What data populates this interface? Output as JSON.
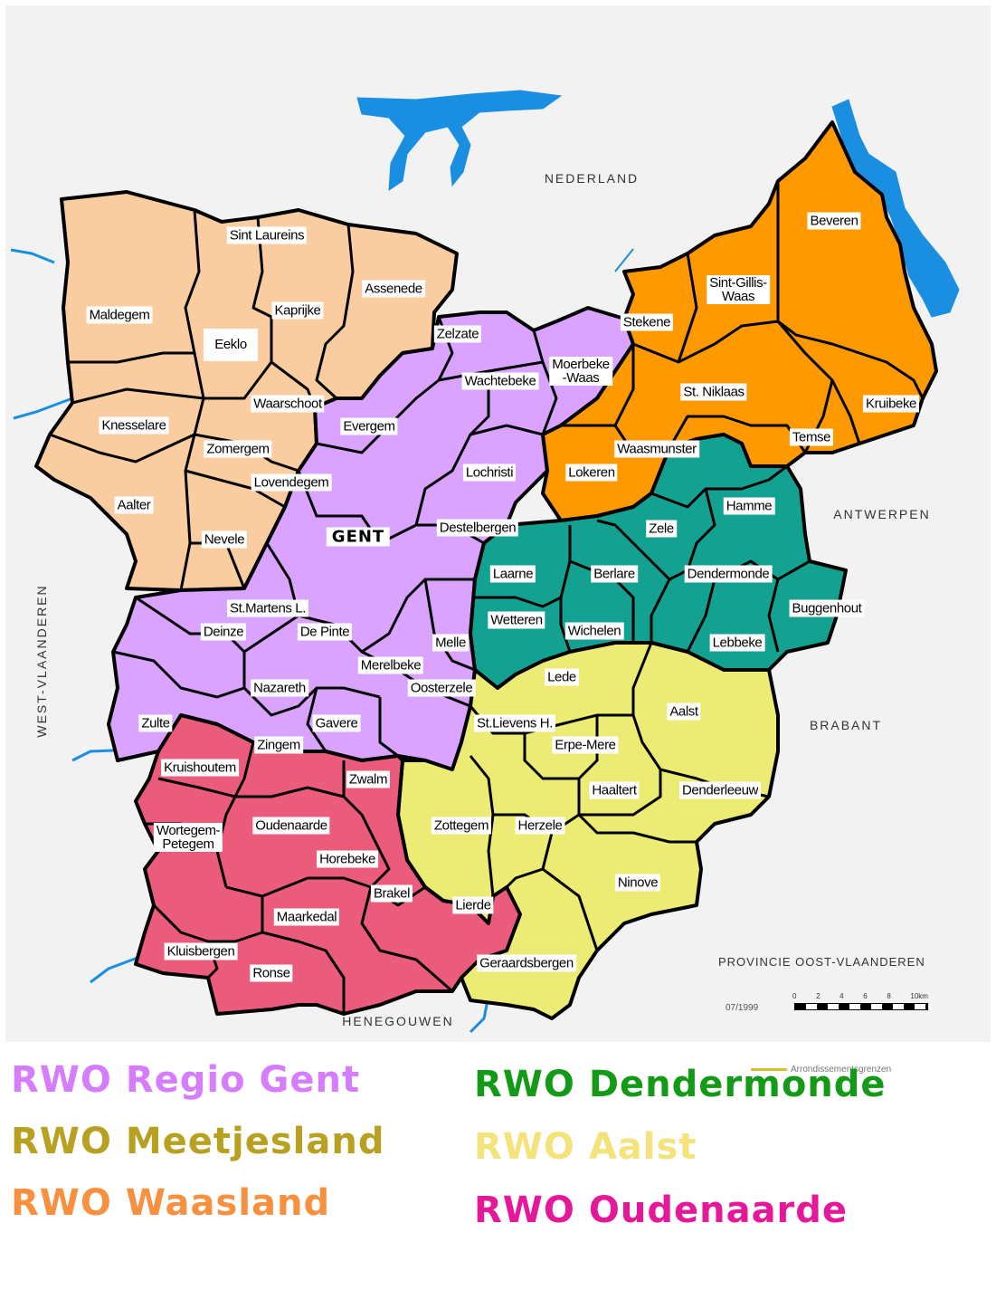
{
  "colors": {
    "regio_gent": "#d9a3ff",
    "meetjesland": "#f9cda0",
    "waasland": "#ff9900",
    "dendermonde": "#13a292",
    "aalst": "#ecec74",
    "oudenaarde": "#ea5b7c",
    "water": "#1a8ee0",
    "border": "#000000"
  },
  "neighbours": {
    "nederland": "NEDERLAND",
    "antwerpen": "ANTWERPEN",
    "brabant": "BRABANT",
    "henegouwen": "HENEGOUWEN",
    "west_vlaanderen": "WEST-VLAANDEREN"
  },
  "map_info": {
    "province": "PROVINCIE OOST-VLAANDEREN",
    "date": "07/1999",
    "scale_ticks": [
      "0",
      "2",
      "4",
      "6",
      "8",
      "10km"
    ],
    "boundary_legend": "Arrondissementsgrenzen"
  },
  "municipalities": [
    {
      "name": "Sint Laureins",
      "region": "meetjesland"
    },
    {
      "name": "Assenede",
      "region": "meetjesland"
    },
    {
      "name": "Maldegem",
      "region": "meetjesland"
    },
    {
      "name": "Kaprijke",
      "region": "meetjesland"
    },
    {
      "name": "Eeklo",
      "region": "meetjesland"
    },
    {
      "name": "Waarschoot",
      "region": "meetjesland"
    },
    {
      "name": "Knesselare",
      "region": "meetjesland"
    },
    {
      "name": "Zomergem",
      "region": "meetjesland"
    },
    {
      "name": "Lovendegem",
      "region": "meetjesland"
    },
    {
      "name": "Aalter",
      "region": "meetjesland"
    },
    {
      "name": "Nevele",
      "region": "meetjesland"
    },
    {
      "name": "Zelzate",
      "region": "regio_gent"
    },
    {
      "name": "Wachtebeke",
      "region": "regio_gent"
    },
    {
      "name": "Moerbeke\n-Waas",
      "region": "regio_gent"
    },
    {
      "name": "Evergem",
      "region": "regio_gent"
    },
    {
      "name": "Lochristi",
      "region": "regio_gent"
    },
    {
      "name": "GENT",
      "region": "regio_gent"
    },
    {
      "name": "Destelbergen",
      "region": "regio_gent"
    },
    {
      "name": "St.Martens L.",
      "region": "regio_gent"
    },
    {
      "name": "Deinze",
      "region": "regio_gent"
    },
    {
      "name": "De Pinte",
      "region": "regio_gent"
    },
    {
      "name": "Melle",
      "region": "regio_gent"
    },
    {
      "name": "Merelbeke",
      "region": "regio_gent"
    },
    {
      "name": "Nazareth",
      "region": "regio_gent"
    },
    {
      "name": "Oosterzele",
      "region": "regio_gent"
    },
    {
      "name": "Zulte",
      "region": "regio_gent"
    },
    {
      "name": "Gavere",
      "region": "regio_gent"
    },
    {
      "name": "Beveren",
      "region": "waasland"
    },
    {
      "name": "Sint-Gillis-\nWaas",
      "region": "waasland"
    },
    {
      "name": "Stekene",
      "region": "waasland"
    },
    {
      "name": "St. Niklaas",
      "region": "waasland"
    },
    {
      "name": "Kruibeke",
      "region": "waasland"
    },
    {
      "name": "Temse",
      "region": "waasland"
    },
    {
      "name": "Waasmunster",
      "region": "waasland"
    },
    {
      "name": "Lokeren",
      "region": "waasland"
    },
    {
      "name": "Hamme",
      "region": "dendermonde"
    },
    {
      "name": "Zele",
      "region": "dendermonde"
    },
    {
      "name": "Laarne",
      "region": "dendermonde"
    },
    {
      "name": "Berlare",
      "region": "dendermonde"
    },
    {
      "name": "Dendermonde",
      "region": "dendermonde"
    },
    {
      "name": "Buggenhout",
      "region": "dendermonde"
    },
    {
      "name": "Wetteren",
      "region": "dendermonde"
    },
    {
      "name": "Wichelen",
      "region": "dendermonde"
    },
    {
      "name": "Lebbeke",
      "region": "dendermonde"
    },
    {
      "name": "Lede",
      "region": "aalst"
    },
    {
      "name": "Aalst",
      "region": "aalst"
    },
    {
      "name": "St.Lievens H.",
      "region": "aalst"
    },
    {
      "name": "Erpe-Mere",
      "region": "aalst"
    },
    {
      "name": "Haaltert",
      "region": "aalst"
    },
    {
      "name": "Denderleeuw",
      "region": "aalst"
    },
    {
      "name": "Zottegem",
      "region": "aalst"
    },
    {
      "name": "Herzele",
      "region": "aalst"
    },
    {
      "name": "Ninove",
      "region": "aalst"
    },
    {
      "name": "Geraardsbergen",
      "region": "aalst"
    },
    {
      "name": "Zingem",
      "region": "oudenaarde"
    },
    {
      "name": "Kruishoutem",
      "region": "oudenaarde"
    },
    {
      "name": "Zwalm",
      "region": "oudenaarde"
    },
    {
      "name": "Wortegem-\nPetegem",
      "region": "oudenaarde"
    },
    {
      "name": "Oudenaarde",
      "region": "oudenaarde"
    },
    {
      "name": "Horebeke",
      "region": "oudenaarde"
    },
    {
      "name": "Brakel",
      "region": "oudenaarde"
    },
    {
      "name": "Lierde",
      "region": "oudenaarde"
    },
    {
      "name": "Maarkedal",
      "region": "oudenaarde"
    },
    {
      "name": "Kluisbergen",
      "region": "oudenaarde"
    },
    {
      "name": "Ronse",
      "region": "oudenaarde"
    }
  ],
  "legend": [
    {
      "label": "RWO  Regio Gent",
      "color": "#d67cff"
    },
    {
      "label": "RWO Dendermonde",
      "color": "#139a16"
    },
    {
      "label": "RWO Meetjesland",
      "color": "#b8a020"
    },
    {
      "label": "RWO Aalst",
      "color": "#f4e27a"
    },
    {
      "label": "RWO Waasland",
      "color": "#f99040"
    },
    {
      "label": "RWO Oudenaarde",
      "color": "#e6189a"
    }
  ]
}
